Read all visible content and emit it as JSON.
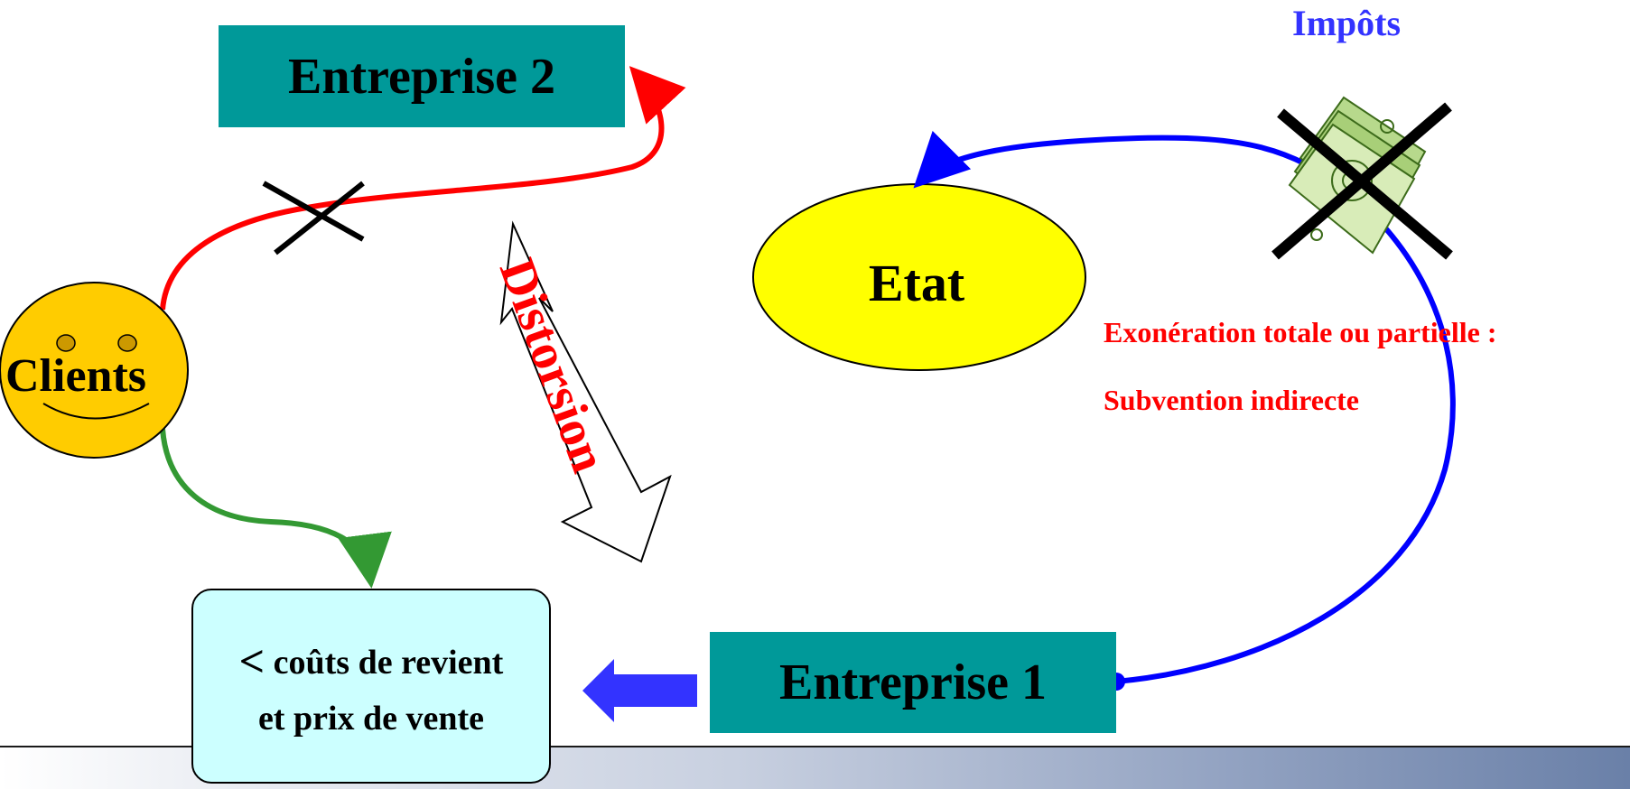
{
  "diagram": {
    "nodes": {
      "entreprise_2": "Entreprise 2",
      "entreprise_1": "Entreprise 1",
      "etat": "Etat",
      "clients": "Clients",
      "prix": {
        "line1_symbol": "<",
        "line1_text": "coûts de revient",
        "line2": "et prix de vente"
      }
    },
    "labels": {
      "impots": "Impôts",
      "exoneration": "Exonération totale ou partielle :",
      "subvention": "Subvention indirecte",
      "distorsion": "Distorsion"
    },
    "icons": {
      "clients": "smiley-face-icon",
      "impots": "money-stack-icon",
      "blocked": "cross-mark-icon"
    },
    "colors": {
      "teal_box": "#009999",
      "etat_fill": "#ffff00",
      "clients_fill": "#ffcc00",
      "prix_fill": "#ccffff",
      "red_arrow": "#ff0000",
      "blue_arrow": "#0000ff",
      "green_arrow": "#339933",
      "impots_text": "#3333ff",
      "block_arrow": "#3333ff"
    }
  }
}
